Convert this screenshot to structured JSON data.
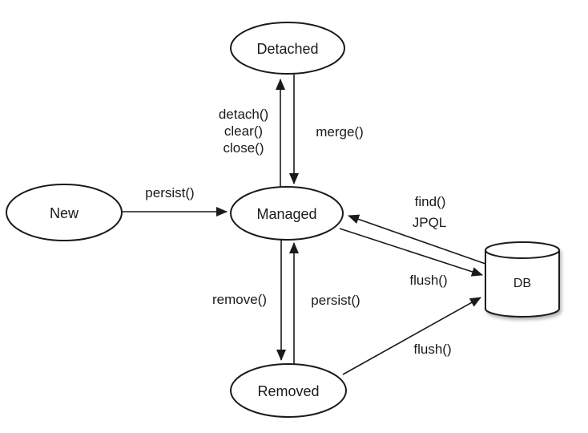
{
  "diagram": {
    "kind": "state-diagram",
    "background_color": "#ffffff",
    "stroke_color": "#1a1a1a",
    "text_color": "#1a1a1a",
    "nodes": {
      "detached": {
        "label": "Detached",
        "shape": "ellipse"
      },
      "new": {
        "label": "New",
        "shape": "ellipse"
      },
      "managed": {
        "label": "Managed",
        "shape": "ellipse"
      },
      "removed": {
        "label": "Removed",
        "shape": "ellipse"
      },
      "db": {
        "label": "DB",
        "shape": "cylinder"
      }
    },
    "edge_labels": {
      "detach": "detach()",
      "clear": "clear()",
      "close": "close()",
      "merge": "merge()",
      "persist_new_to_managed": "persist()",
      "find": "find()",
      "jpql": "JPQL",
      "flush_managed_to_db": "flush()",
      "remove": "remove()",
      "persist_removed_to_managed": "persist()",
      "flush_removed_to_db": "flush()"
    },
    "edges": [
      {
        "from": "new",
        "to": "managed",
        "label": "persist()"
      },
      {
        "from": "managed",
        "to": "detached",
        "label": "detach() clear() close()"
      },
      {
        "from": "detached",
        "to": "managed",
        "label": "merge()"
      },
      {
        "from": "db",
        "to": "managed",
        "label": "find() JPQL"
      },
      {
        "from": "managed",
        "to": "db",
        "label": "flush()"
      },
      {
        "from": "managed",
        "to": "removed",
        "label": "remove()"
      },
      {
        "from": "removed",
        "to": "managed",
        "label": "persist()"
      },
      {
        "from": "removed",
        "to": "db",
        "label": "flush()"
      }
    ]
  }
}
